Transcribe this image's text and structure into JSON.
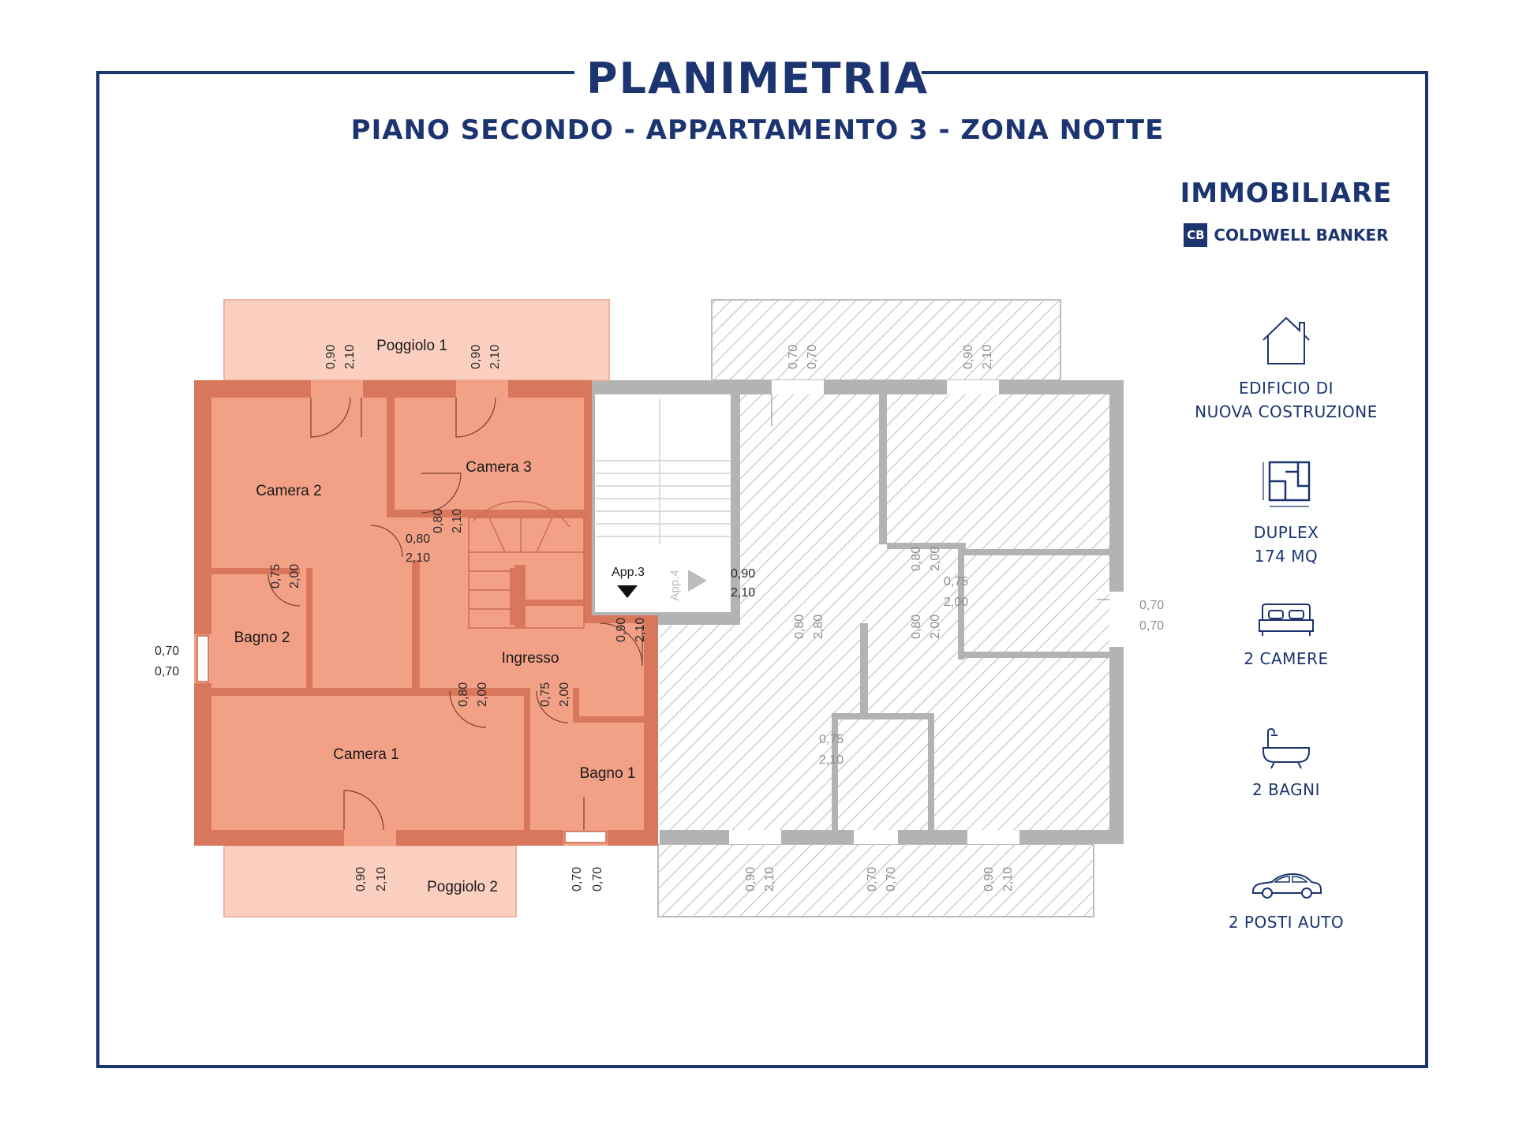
{
  "header": {
    "title": "PLANIMETRIA",
    "subtitle": "PIANO SECONDO - APPARTAMENTO 3 - ZONA NOTTE"
  },
  "brand": {
    "name": "IMMOBILIARE",
    "logo_text": "CB",
    "company": "COLDWELL BANKER"
  },
  "features": [
    {
      "icon": "house-icon",
      "label": "EDIFICIO DI\nNUOVA COSTRUZIONE"
    },
    {
      "icon": "floorplan-icon",
      "label": "DUPLEX\n174 MQ"
    },
    {
      "icon": "bed-icon",
      "label": "2 CAMERE"
    },
    {
      "icon": "bathtub-icon",
      "label": "2 BAGNI"
    },
    {
      "icon": "car-icon",
      "label": "2 POSTI AUTO"
    }
  ],
  "rooms": {
    "camera1": "Camera 1",
    "camera2": "Camera 2",
    "camera3": "Camera 3",
    "bagno1": "Bagno 1",
    "bagno2": "Bagno 2",
    "ingresso": "Ingresso",
    "poggiolo1": "Poggiolo 1",
    "poggiolo2": "Poggiolo 2"
  },
  "markers": {
    "app3": "App.3",
    "app4": "App.4"
  },
  "dims": {
    "d1a": "0,90",
    "d1b": "2,10",
    "d2a": "0,90",
    "d2b": "2,10",
    "d3a": "0,80",
    "d3b": "2,10",
    "d4a": "0,80",
    "d4b": "2,10",
    "d5a": "0,75",
    "d5b": "2,00",
    "d6a": "0,70",
    "d6b": "0,70",
    "d7a": "0,90",
    "d7b": "2,10",
    "d8a": "0,80",
    "d8b": "2,00",
    "d9a": "0,75",
    "d9b": "2,00",
    "d10a": "0,90",
    "d10b": "2,10",
    "d11a": "0,70",
    "d11b": "0,70",
    "g1a": "0,70",
    "g1b": "0,70",
    "g2a": "0,90",
    "g2b": "2,10",
    "g3a": "0,90",
    "g3b": "2,10",
    "g4a": "0,80",
    "g4b": "2,00",
    "g5a": "0,75",
    "g5b": "2,00",
    "g6a": "0,80",
    "g6b": "2,80",
    "g7a": "0,80",
    "g7b": "2,00",
    "g8a": "0,70",
    "g8b": "0,70",
    "g9a": "0,75",
    "g9b": "2,10",
    "g10a": "0,90",
    "g10b": "2,10",
    "g11a": "0,70",
    "g11b": "0,70",
    "g12a": "0,90",
    "g12b": "2,10"
  },
  "colors": {
    "brand": "#1c3570",
    "apartment": "#f2a086",
    "apartment_walls": "#d9775c",
    "balcony": "#fbd0c0",
    "neighbour_walls": "#b3b3b3"
  }
}
